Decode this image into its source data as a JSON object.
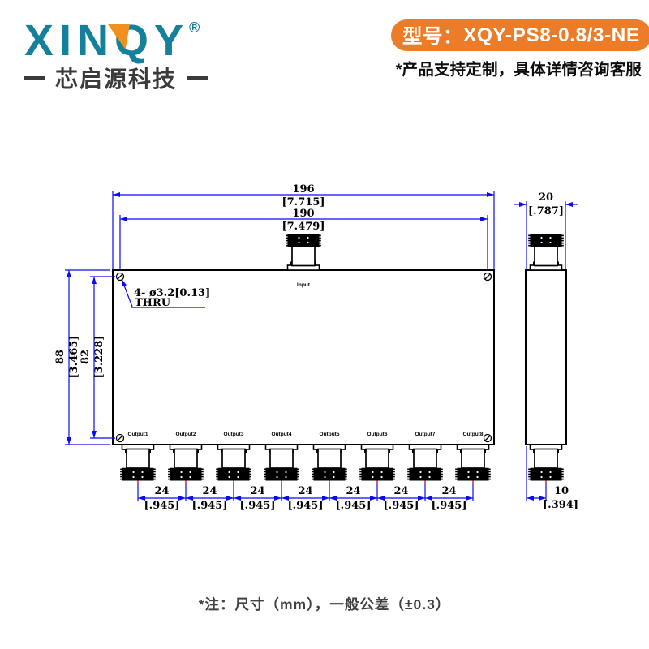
{
  "header": {
    "logo_text": "XINQY",
    "registered_mark": "®",
    "tagline": "芯启源科技",
    "model_label": "型号：",
    "model_value": "XQY-PS8-0.8/3-NE",
    "customization_note": "*产品支持定制，具体详情咨询客服"
  },
  "colors": {
    "brand_teal": "#15809b",
    "brand_orange": "#ed7c28",
    "logo_triangle_orange": "#f0911f",
    "dimension_blue": "#0b0bf0",
    "center_mark_red": "#e8302a",
    "drawing_black": "#000000"
  },
  "drawing": {
    "front": {
      "dim196": {
        "mm": "196",
        "inch": "[7.715]"
      },
      "dim190": {
        "mm": "190",
        "inch": "[7.479]"
      },
      "dim88": {
        "mm": "88",
        "inch": "[3.465]"
      },
      "dim82": {
        "mm": "82",
        "inch": "[3.228]"
      },
      "pitch": {
        "mm": "24",
        "inch": "[.945]"
      },
      "hole_note1": "4- ø3.2[0.13]",
      "hole_note2": "THRU",
      "input_label": "Input",
      "output_labels": [
        "Output1",
        "Output2",
        "Output3",
        "Output4",
        "Output5",
        "Output6",
        "Output7",
        "Output8"
      ]
    },
    "side": {
      "dim20": {
        "mm": "20",
        "inch": "[.787]"
      },
      "dim10": {
        "mm": "10",
        "inch": "[.394]"
      }
    }
  },
  "footer": {
    "note": "*注：尺寸（mm），一般公差（±0.3）"
  }
}
